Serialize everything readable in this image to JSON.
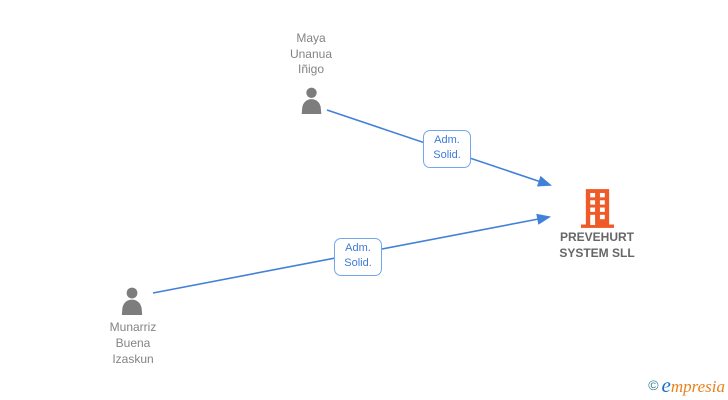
{
  "diagram": {
    "nodes": {
      "person_top": {
        "name": "Maya\nUnanua\nIñigo",
        "icon": "person-icon"
      },
      "person_bottom": {
        "name": "Munarriz\nBuena\nIzaskun",
        "icon": "person-icon"
      },
      "company": {
        "name": "PREVEHURT\nSYSTEM SLL",
        "icon": "building-icon"
      }
    },
    "edges": [
      {
        "from": "person_top",
        "to": "company",
        "label": "Adm.\nSolid."
      },
      {
        "from": "person_bottom",
        "to": "company",
        "label": "Adm.\nSolid."
      }
    ],
    "colors": {
      "edge_line": "#4181d8",
      "edge_label_text": "#3d7ad6",
      "edge_label_border": "#74a7ea",
      "person_icon": "#7d7d7d",
      "person_name_text": "#848484",
      "company_icon": "#f05a28",
      "company_name_text": "#666666"
    }
  },
  "watermark": {
    "copyright_symbol": "©",
    "brand_initial": "e",
    "brand_rest": "mpresia"
  }
}
